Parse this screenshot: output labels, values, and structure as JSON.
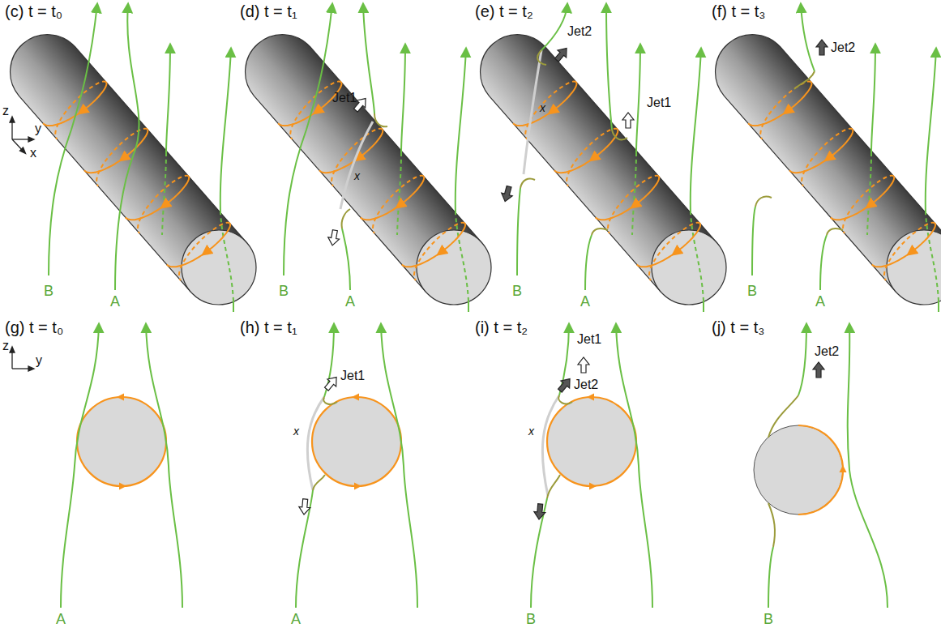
{
  "diagram": {
    "labels": [
      "(c) t = t₀",
      "(d) t = t₁",
      "(e) t = t₂",
      "(f) t = t₃",
      "z",
      "y",
      "x",
      "B",
      "A",
      "Jet1",
      "x",
      "B",
      "A",
      "Jet2",
      "Jet1",
      "x",
      "B",
      "A",
      "Jet2",
      "B",
      "A",
      "(g) t = t₀",
      "(h) t = t₁",
      "(i) t = t₂",
      "(j) t = t₃",
      "z",
      "y",
      "A",
      "Jet1",
      "x",
      "A",
      "Jet1",
      "Jet2",
      "x",
      "B",
      "Jet2",
      "B"
    ]
  }
}
